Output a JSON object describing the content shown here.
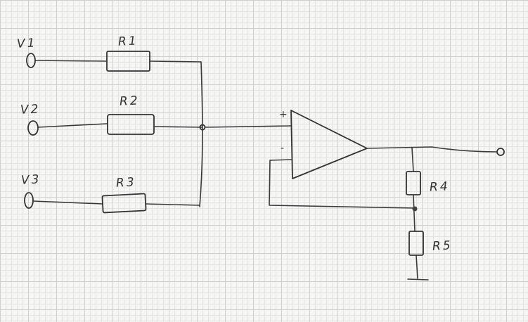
{
  "inputs": [
    {
      "label": "V1"
    },
    {
      "label": "V2"
    },
    {
      "label": "V3"
    }
  ],
  "resistors": [
    {
      "label": "R1"
    },
    {
      "label": "R2"
    },
    {
      "label": "R3"
    },
    {
      "label": "R4"
    },
    {
      "label": "R5"
    }
  ],
  "opamp": {
    "plus": "+",
    "minus": "-"
  },
  "colors": {
    "ink": "#333333",
    "grid": "#cfcfcd",
    "paper": "#f6f6f4"
  }
}
